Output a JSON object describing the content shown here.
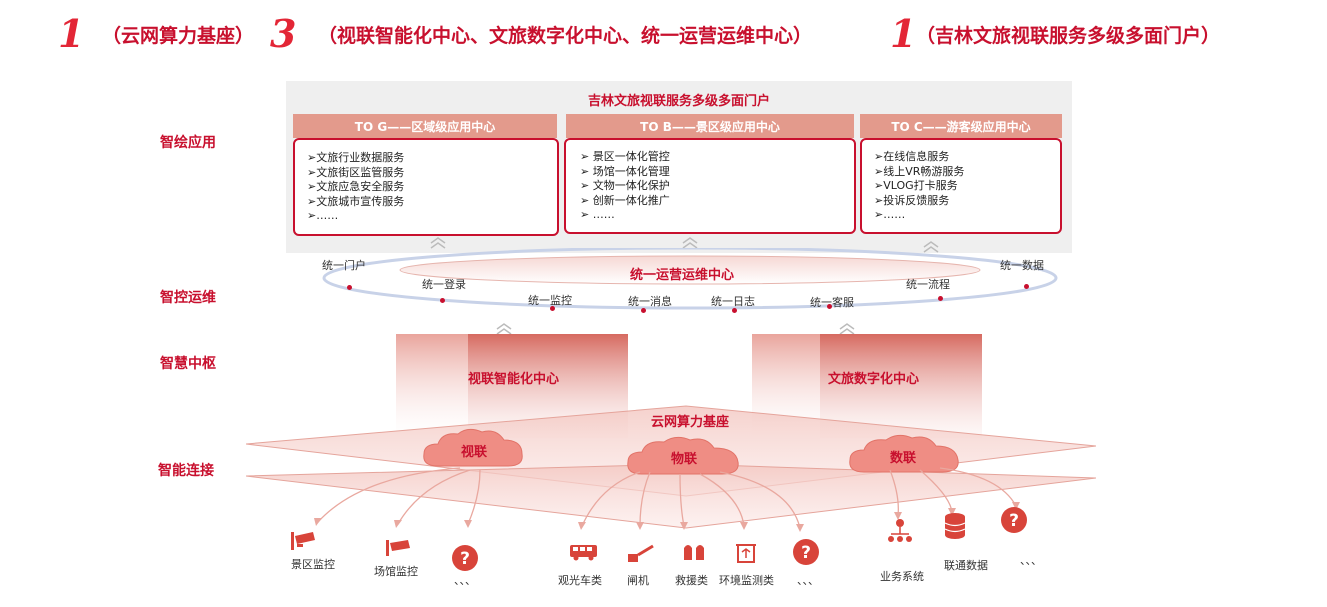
{
  "header": {
    "item1_num": "1",
    "item1_text": "（云网算力基座）",
    "item2_num": "3",
    "item2_text": "（视联智能化中心、文旅数字化中心、统一运营运维中心）",
    "item3_num": "1",
    "item3_text": "（吉林文旅视联服务多级多面门户）"
  },
  "layers": {
    "l1": "智绘应用",
    "l2": "智控运维",
    "l3": "智慧中枢",
    "l4": "智能连接"
  },
  "portal": {
    "title": "吉林文旅视联服务多级多面门户",
    "columns": [
      {
        "head": "TO G——区域级应用中心",
        "items": [
          "➢文旅行业数据服务",
          "➢文旅街区监管服务",
          "➢文旅应急安全服务",
          "➢文旅城市宣传服务",
          "➢……"
        ]
      },
      {
        "head": "TO B——景区级应用中心",
        "items": [
          "➢   景区一体化管控",
          "➢   场馆一体化管理",
          "➢   文物一体化保护",
          "➢   创新一体化推广",
          "➢   ……"
        ]
      },
      {
        "head": "TO C——游客级应用中心",
        "items": [
          "➢在线信息服务",
          "➢线上VR畅游服务",
          "➢VLOG打卡服务",
          "➢投诉反馈服务",
          "➢……"
        ]
      }
    ]
  },
  "ops": {
    "title": "统一运营运维中心",
    "labels": {
      "portal": "统一门户",
      "login": "统一登录",
      "monitor": "统一监控",
      "message": "统一消息",
      "log": "统一日志",
      "service": "统一客服",
      "flow": "统一流程",
      "data": "统一数据"
    }
  },
  "hub": {
    "left": "视联智能化中心",
    "right": "文旅数字化中心"
  },
  "base": {
    "title": "云网算力基座",
    "cloud1": "视联",
    "cloud2": "物联",
    "cloud3": "数联"
  },
  "devices": {
    "d1": "景区监控",
    "d2": "场馆监控",
    "d3": "、、、",
    "d4": "观光车类",
    "d5": "闸机",
    "d6": "救援类",
    "d7": "环境监测类",
    "d8": "、、、",
    "d9": "业务系统",
    "d10": "联通数据",
    "d11": "、、、"
  },
  "colors": {
    "accent": "#c8102e",
    "light_red": "#e39a8c",
    "panel_gray": "#efefef"
  }
}
